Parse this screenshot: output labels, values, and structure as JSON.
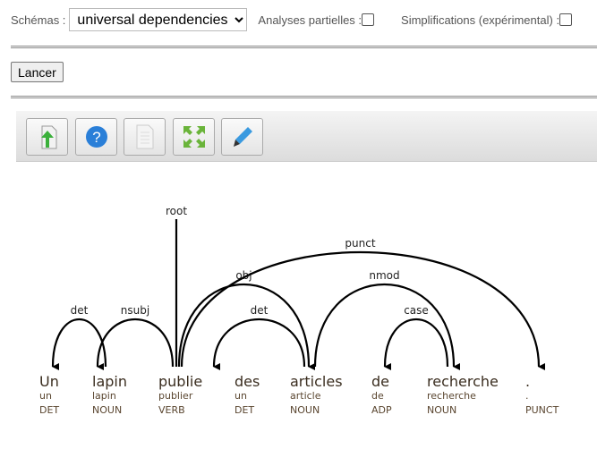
{
  "controls": {
    "schema_label": "Schémas :",
    "schema_value": "universal dependencies",
    "partial_label": "Analyses partielles :",
    "simplify_label": "Simplifications (expérimental) :",
    "run_label": "Lancer"
  },
  "toolbar": [
    "export-icon",
    "help-icon",
    "document-icon",
    "fullscreen-icon",
    "edit-icon"
  ],
  "tokens": [
    {
      "form": "Un",
      "lemma": "un",
      "pos": "DET"
    },
    {
      "form": "lapin",
      "lemma": "lapin",
      "pos": "NOUN"
    },
    {
      "form": "publie",
      "lemma": "publier",
      "pos": "VERB"
    },
    {
      "form": "des",
      "lemma": "un",
      "pos": "DET"
    },
    {
      "form": "articles",
      "lemma": "article",
      "pos": "NOUN"
    },
    {
      "form": "de",
      "lemma": "de",
      "pos": "ADP"
    },
    {
      "form": "recherche",
      "lemma": "recherche",
      "pos": "NOUN"
    },
    {
      "form": ".",
      "lemma": ".",
      "pos": "PUNCT"
    }
  ],
  "relations": [
    {
      "label": "root",
      "head": null,
      "dep": 2
    },
    {
      "label": "det",
      "head": 1,
      "dep": 0
    },
    {
      "label": "nsubj",
      "head": 2,
      "dep": 1
    },
    {
      "label": "obj",
      "head": 2,
      "dep": 4
    },
    {
      "label": "punct",
      "head": 2,
      "dep": 7
    },
    {
      "label": "det",
      "head": 4,
      "dep": 3
    },
    {
      "label": "nmod",
      "head": 4,
      "dep": 6
    },
    {
      "label": "case",
      "head": 6,
      "dep": 5
    }
  ]
}
